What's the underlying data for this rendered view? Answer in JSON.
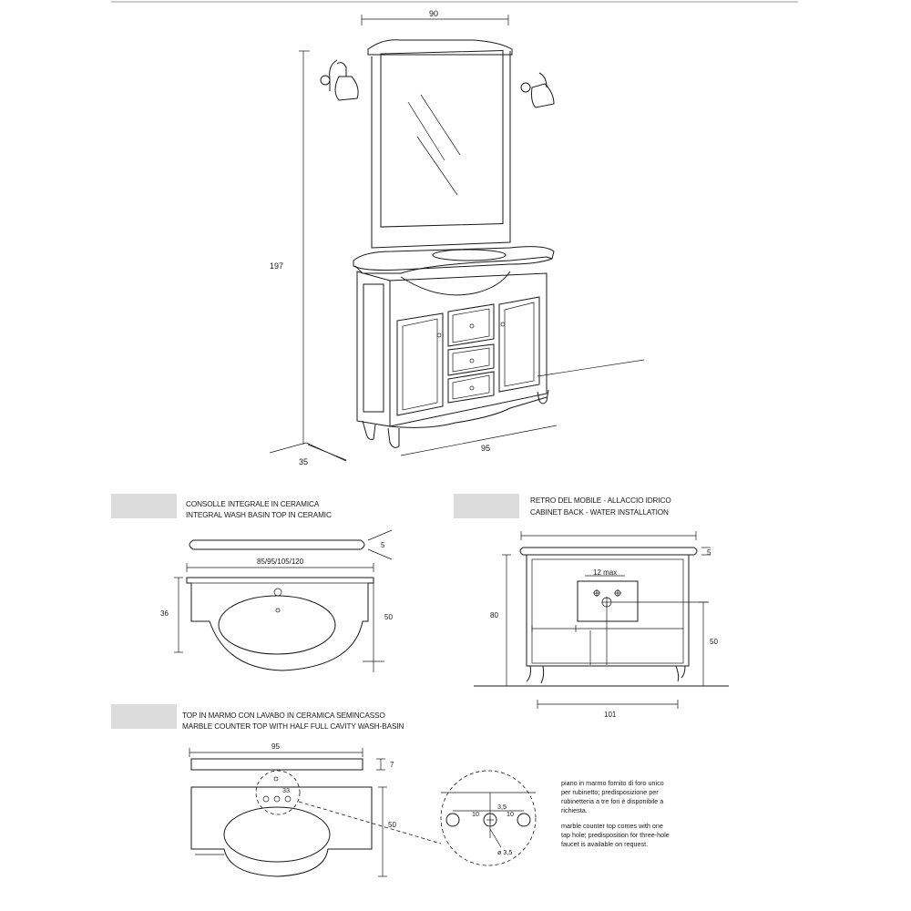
{
  "main_view": {
    "width": "90",
    "height": "197",
    "depth": "35",
    "cabinet_width": "95"
  },
  "basin_section": {
    "title_it": "CONSOLLE INTEGRALE IN CERAMICA",
    "title_en": "INTEGRAL WASH BASIN TOP IN CERAMIC",
    "thickness": "5",
    "widths": "85/95/105/120",
    "depth_left": "36",
    "depth_right": "50"
  },
  "back_section": {
    "title_it": "RETRO DEL MOBILE - ALLACCIO IDRICO",
    "title_en": "CABINET BACK - WATER INSTALLATION",
    "top_thickness": "5",
    "max_label": "12 max",
    "height": "80",
    "outlet_height": "50",
    "width": "101"
  },
  "marble_section": {
    "title_it": "TOP IN MARMO CON LAVABO IN CERAMICA SEMINCASSO",
    "title_en": "MARBLE COUNTER TOP WITH HALF FULL CAVITY WASH-BASIN",
    "width": "95",
    "thickness": "7",
    "depth": "50",
    "small_label": "33",
    "detail_spacing_left": "10",
    "detail_spacing_right": "10",
    "detail_height": "3,5",
    "detail_hole": "ø 3,5",
    "note_it": [
      "piano in marmo fornito di  foro unico",
      "per rubinetto; predisposizione per",
      "rubinetteria a tre fori è disponibile a",
      "richiesta."
    ],
    "note_en": [
      "marble counter top comes with one",
      "tap hole; predisposition for three-hole",
      "faucet is available on request."
    ]
  },
  "icons": [
    "wall-lamp-icon",
    "mirror-icon",
    "cabinet-icon",
    "washbasin-icon"
  ]
}
